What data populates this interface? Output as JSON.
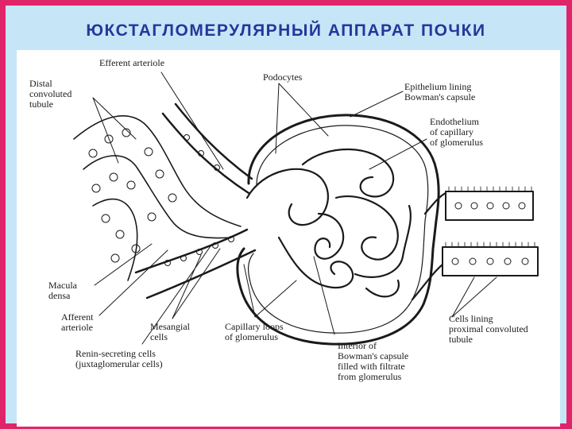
{
  "slide": {
    "title": "ЮКСТАГЛОМЕРУЛЯРНЫЙ  АППАРАТ  ПОЧКИ",
    "border_color": "#e0246a",
    "background_color": "#c6e6f8",
    "title_color": "#24389a"
  },
  "diagram": {
    "labels": {
      "efferent_arteriole": "Efferent arteriole",
      "distal_convoluted_tubule": "Distal\nconvoluted\ntubule",
      "podocytes": "Podocytes",
      "epithelium_bowmans_capsule": "Epithelium lining\nBowman's capsule",
      "endothelium_capillary": "Endothelium\nof capillary\nof glomerulus",
      "macula_densa": "Macula\ndensa",
      "afferent_arteriole": "Afferent\narteriole",
      "mesangial_cells": "Mesangial\ncells",
      "capillary_loops": "Capillary loops\nof glomerulus",
      "renin_secreting_cells": "Renin-secreting cells\n(juxtaglomerular cells)",
      "interior_bowmans_capsule": "Interior of\nBowman's capsule\nfilled with filtrate\nfrom glomerulus",
      "cells_proximal_tubule": "Cells lining\nproximal convoluted\ntubule"
    }
  }
}
